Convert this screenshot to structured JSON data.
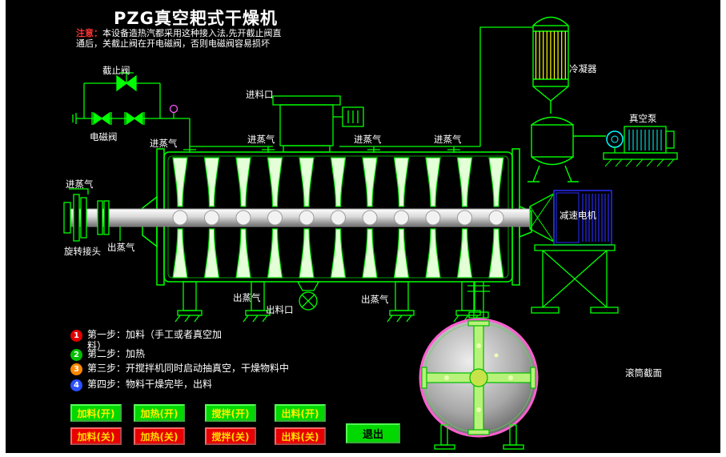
{
  "header": {
    "title": "PZG真空耙式干燥机",
    "notice_label": "注意：",
    "notice_line1": "本设备造热汽都采用这种接入法,先开截止阀直",
    "notice_line2": "通后，关截止阀在开电磁阀，否则电磁阀容易损坏"
  },
  "diagram_labels": {
    "stop_valve": "截止阀",
    "solenoid_valve": "电磁阀",
    "feed_inlet": "进料口",
    "steam_inlet": "进蒸气",
    "steam_outlet": "出蒸气",
    "condenser": "冷凝器",
    "vacuum_pump": "真空泵",
    "gear_motor": "减速电机",
    "rotary_joint": "旋转接头",
    "discharge_outlet": "出料口",
    "drum_cross_section": "滚筒截面"
  },
  "steps": [
    {
      "num": "1",
      "text": "第一步：加料（手工或者真空加\n料）"
    },
    {
      "num": "2",
      "text": "第二步：加热"
    },
    {
      "num": "3",
      "text": "第三步：开搅拌机同时启动抽真空，干燥物料中"
    },
    {
      "num": "4",
      "text": "第四步：物料干燥完毕，出料"
    }
  ],
  "buttons": {
    "feed_on": "加料(开)",
    "heat_on": "加热(开)",
    "stir_on": "搅拌(开)",
    "discharge_on": "出料(开)",
    "feed_off": "加料(关)",
    "heat_off": "加热(关)",
    "stir_off": "搅拌(关)",
    "discharge_off": "出料(关)",
    "exit": "退出"
  },
  "colors": {
    "background": "#000000",
    "line_green": "#00ff00",
    "condenser_tube_yellow": "#ffff00",
    "motor_blue": "#2a2aff",
    "pump_cyan": "#00ffff",
    "drum_rim_pink": "#ff5fd0",
    "button_on_green": "#00d800",
    "button_off_red": "#e80000",
    "button_text_yellow": "#ffee00",
    "step1_red": "#e00000",
    "step2_green": "#00c000",
    "step3_orange": "#ff8800",
    "step4_blue": "#2b50ff",
    "notice_red": "#ff3333",
    "title_white": "#ffffff"
  }
}
